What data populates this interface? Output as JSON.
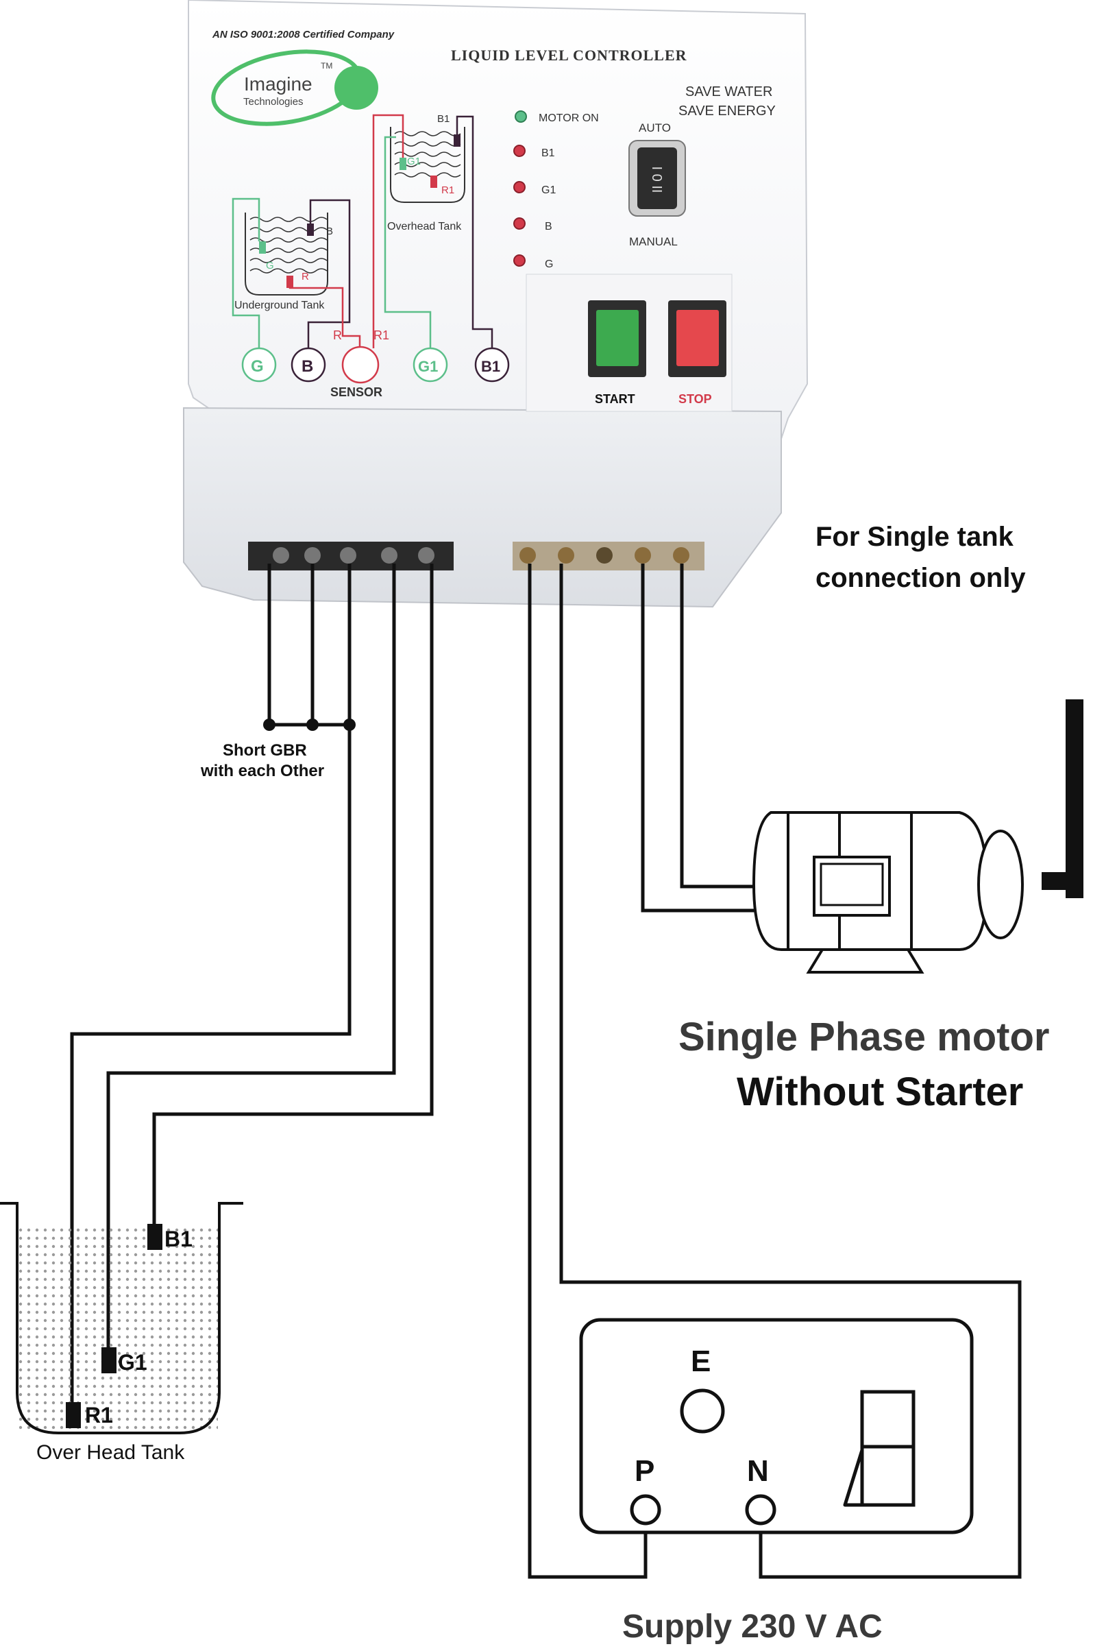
{
  "controller": {
    "cert": "AN ISO 9001:2008 Certified Company",
    "title": "LIQUID LEVEL CONTROLLER",
    "brand": "Imagine",
    "brand_sub": "Technologies",
    "tm": "TM",
    "slogan_1": "SAVE WATER",
    "slogan_2": "SAVE ENERGY",
    "auto_label": "AUTO",
    "manual_label": "MANUAL",
    "start_label": "START",
    "stop_label": "STOP",
    "sensor_label": "SENSOR",
    "indicators": [
      "MOTOR ON",
      "B1",
      "G1",
      "B",
      "G"
    ],
    "sensor_terminals": [
      "G",
      "B",
      "R",
      "R1",
      "G1",
      "B1"
    ],
    "diagram": {
      "underground_label": "Underground Tank",
      "overhead_label": "Overhead Tank",
      "ug_probes": [
        "B",
        "G",
        "R"
      ],
      "oh_probes": [
        "B1",
        "G1",
        "R1"
      ]
    },
    "colors": {
      "green": "#5cbf8a",
      "red": "#d23a4a",
      "purple": "#3a2238",
      "start": "#3daa4f",
      "stop": "#e5484d",
      "logo": "#4fbf6a"
    }
  },
  "notes": {
    "single_tank_1": "For Single tank",
    "single_tank_2": "connection only",
    "short_1": "Short GBR",
    "short_2": "with each Other"
  },
  "motor": {
    "line_1": "Single Phase motor",
    "line_2": "Without Starter"
  },
  "tank": {
    "probes": [
      "B1",
      "G1",
      "R1"
    ],
    "label": "Over Head Tank"
  },
  "supply": {
    "earth": "E",
    "phase": "P",
    "neutral": "N",
    "label": "Supply 230 V AC"
  }
}
